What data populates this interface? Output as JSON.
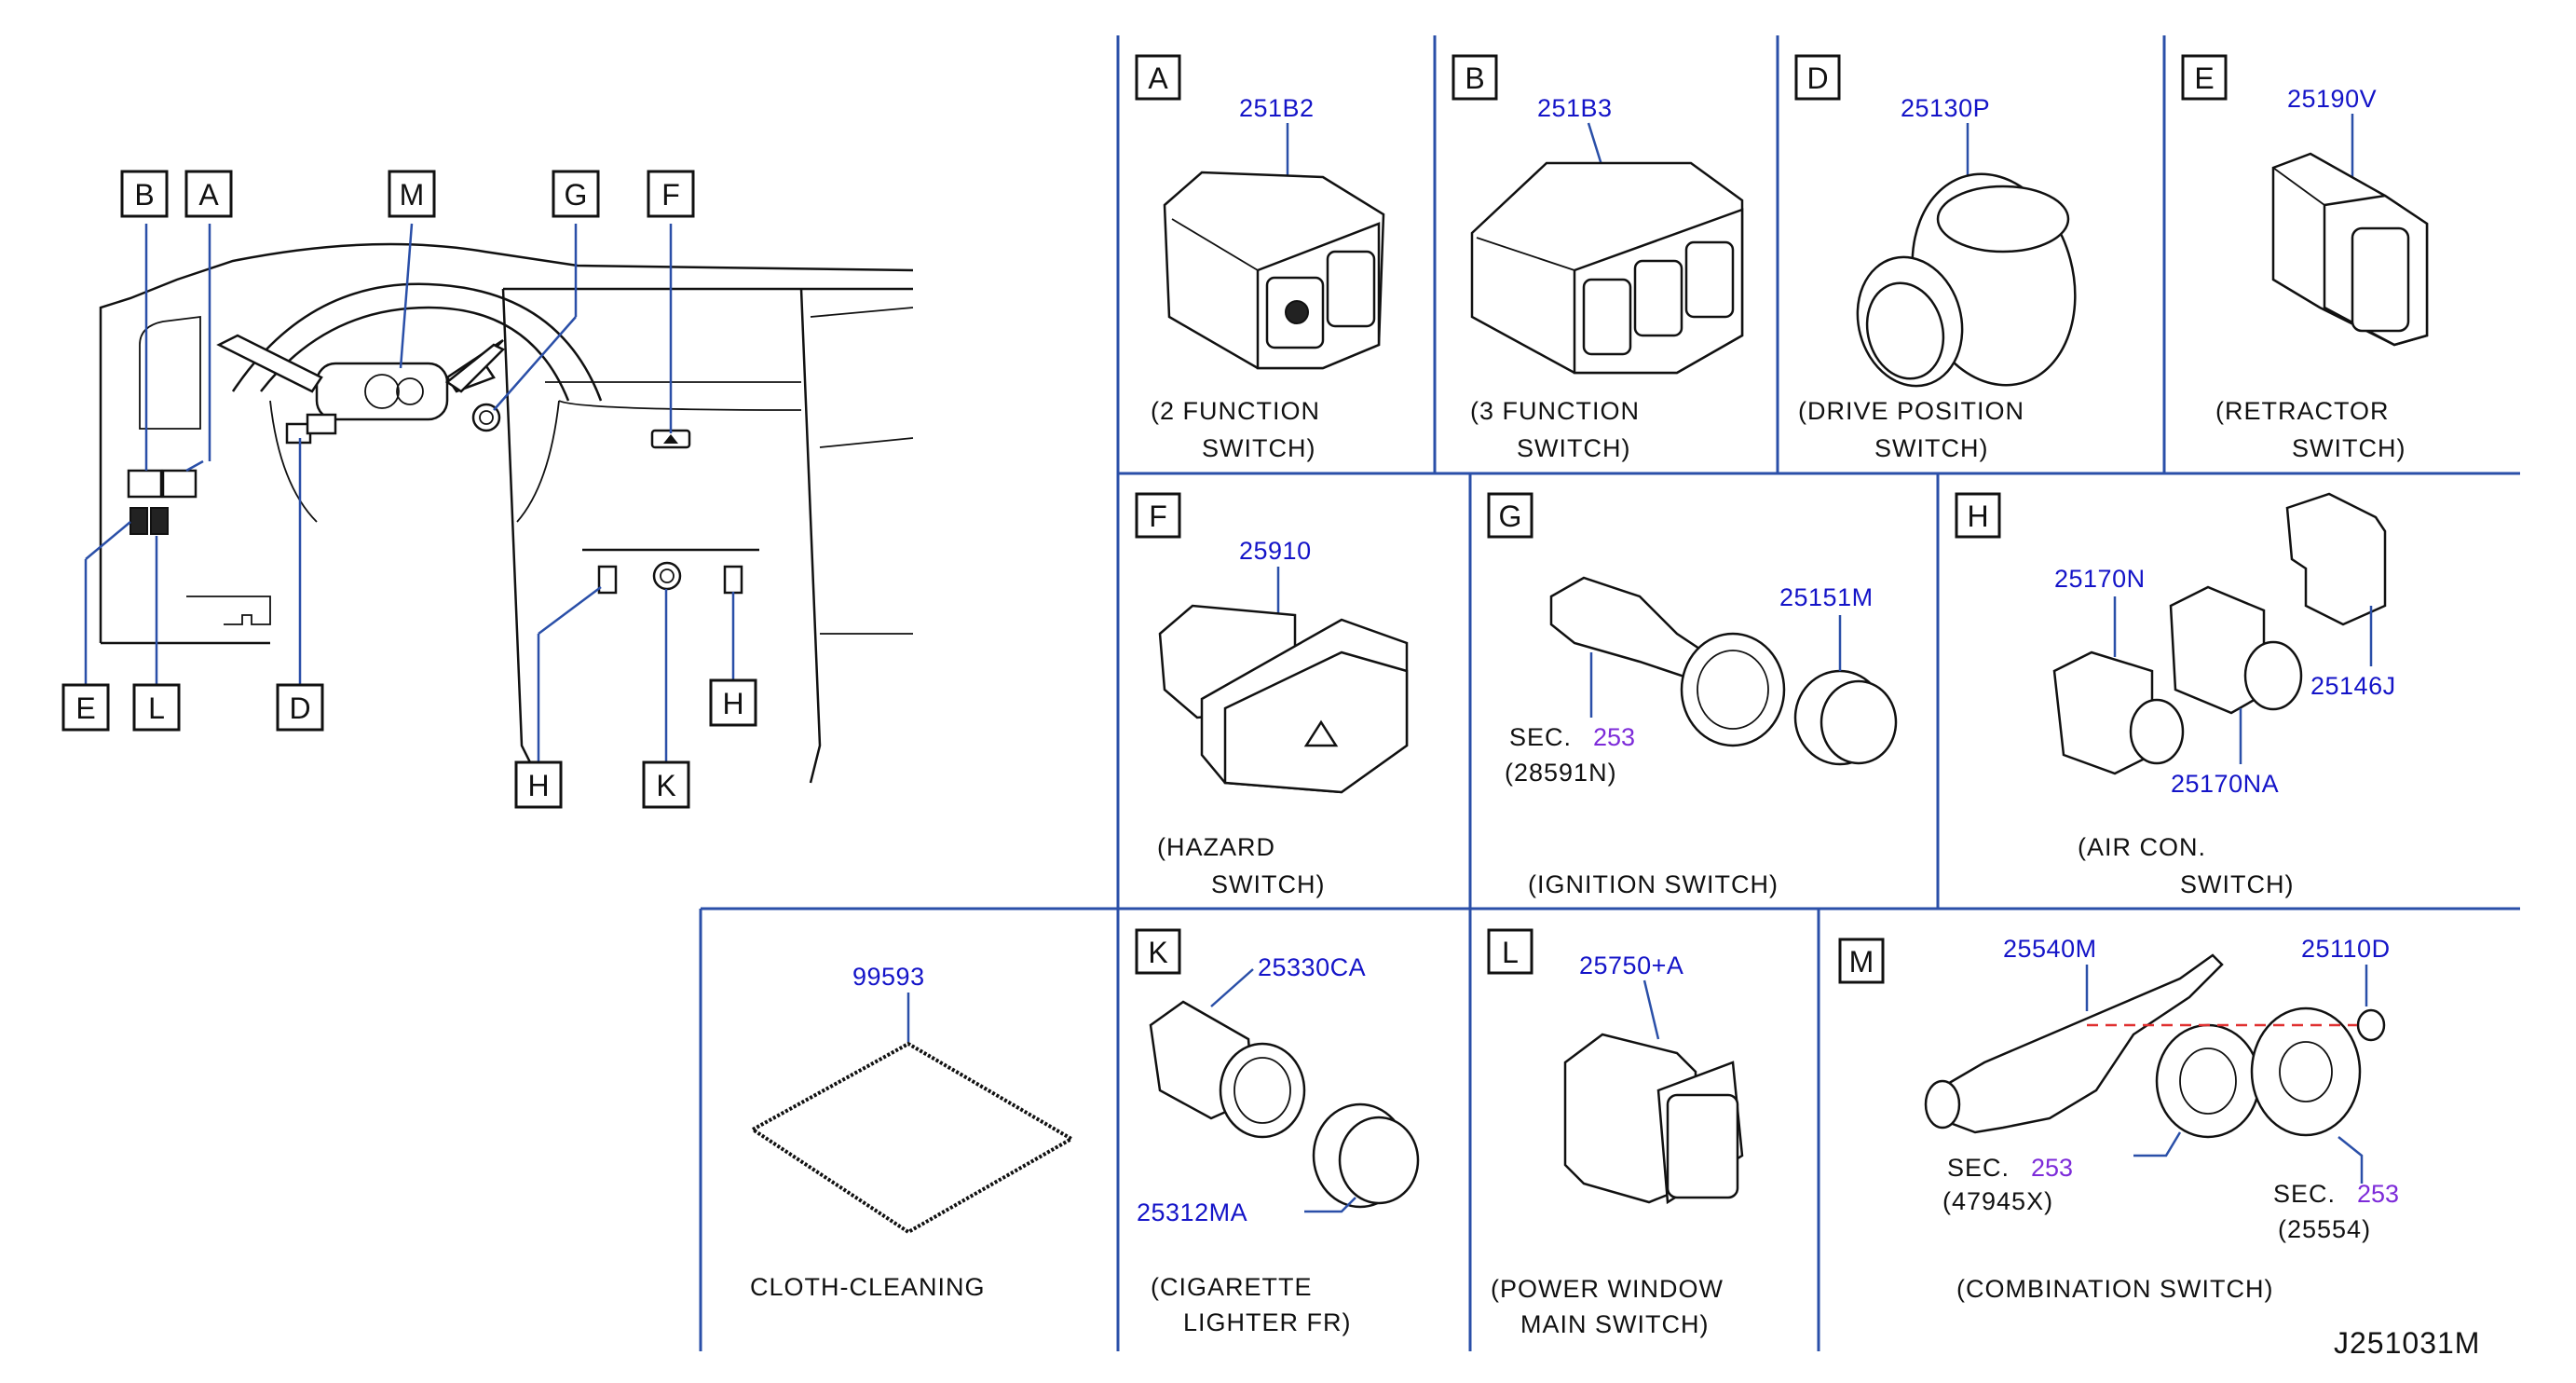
{
  "figure_code": "J251031M",
  "overview_callouts": [
    "B",
    "A",
    "M",
    "G",
    "F",
    "E",
    "L",
    "D",
    "H",
    "K",
    "H"
  ],
  "panels": {
    "A": {
      "letter": "A",
      "part": "251B2",
      "desc1": "(2  FUNCTION",
      "desc2": "SWITCH)"
    },
    "B": {
      "letter": "B",
      "part": "251B3",
      "desc1": "(3  FUNCTION",
      "desc2": "SWITCH)"
    },
    "D": {
      "letter": "D",
      "part": "25130P",
      "desc1": "(DRIVE  POSITION",
      "desc2": "SWITCH)"
    },
    "E": {
      "letter": "E",
      "part": "25190V",
      "desc1": "(RETRACTOR",
      "desc2": "SWITCH)"
    },
    "F": {
      "letter": "F",
      "part": "25910",
      "desc1": "(HAZARD",
      "desc2": "SWITCH)"
    },
    "G": {
      "letter": "G",
      "part": "25151M",
      "sec_label": "SEC.",
      "sec_num": "253",
      "sec_ref": "(28591N)",
      "desc1": "(IGNITION  SWITCH)"
    },
    "H": {
      "letter": "H",
      "part1": "25170N",
      "part2": "25170NA",
      "part3": "25146J",
      "desc1": "(AIR  CON.",
      "desc2": "SWITCH)"
    },
    "cloth": {
      "part": "99593",
      "desc1": "CLOTH-CLEANING"
    },
    "K": {
      "letter": "K",
      "part1": "25330CA",
      "part2": "25312MA",
      "desc1": "(CIGARETTE",
      "desc2": "LIGHTER  FR)"
    },
    "L": {
      "letter": "L",
      "part": "25750+A",
      "desc1": "(POWER  WINDOW",
      "desc2": "MAIN  SWITCH)"
    },
    "M": {
      "letter": "M",
      "part1": "25540M",
      "part2": "25110D",
      "sec_label": "SEC.",
      "sec_num": "253",
      "sec_ref1": "(47945X)",
      "sec_ref2": "(25554)",
      "desc1": "(COMBINATION  SWITCH)"
    }
  },
  "colors": {
    "part_number": "#1414c8",
    "section_ref": "#7d2bd9",
    "grid": "#2a4fa8",
    "dashed_leader": "#e03030"
  }
}
